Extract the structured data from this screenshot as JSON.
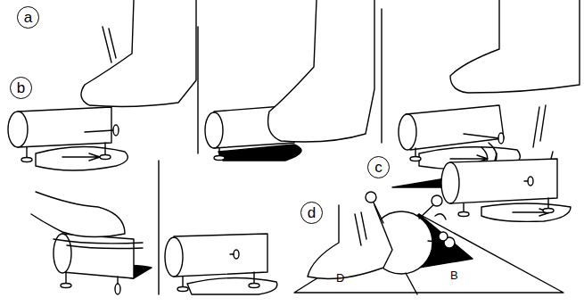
{
  "diagram": {
    "nodes": [
      {
        "text": [
          "a"
        ]
      },
      {
        "text": [
          "b"
        ]
      },
      {
        "text": [
          "c"
        ]
      },
      {
        "text": [
          "d"
        ]
      }
    ],
    "labels": [
      "D",
      "B"
    ]
  }
}
